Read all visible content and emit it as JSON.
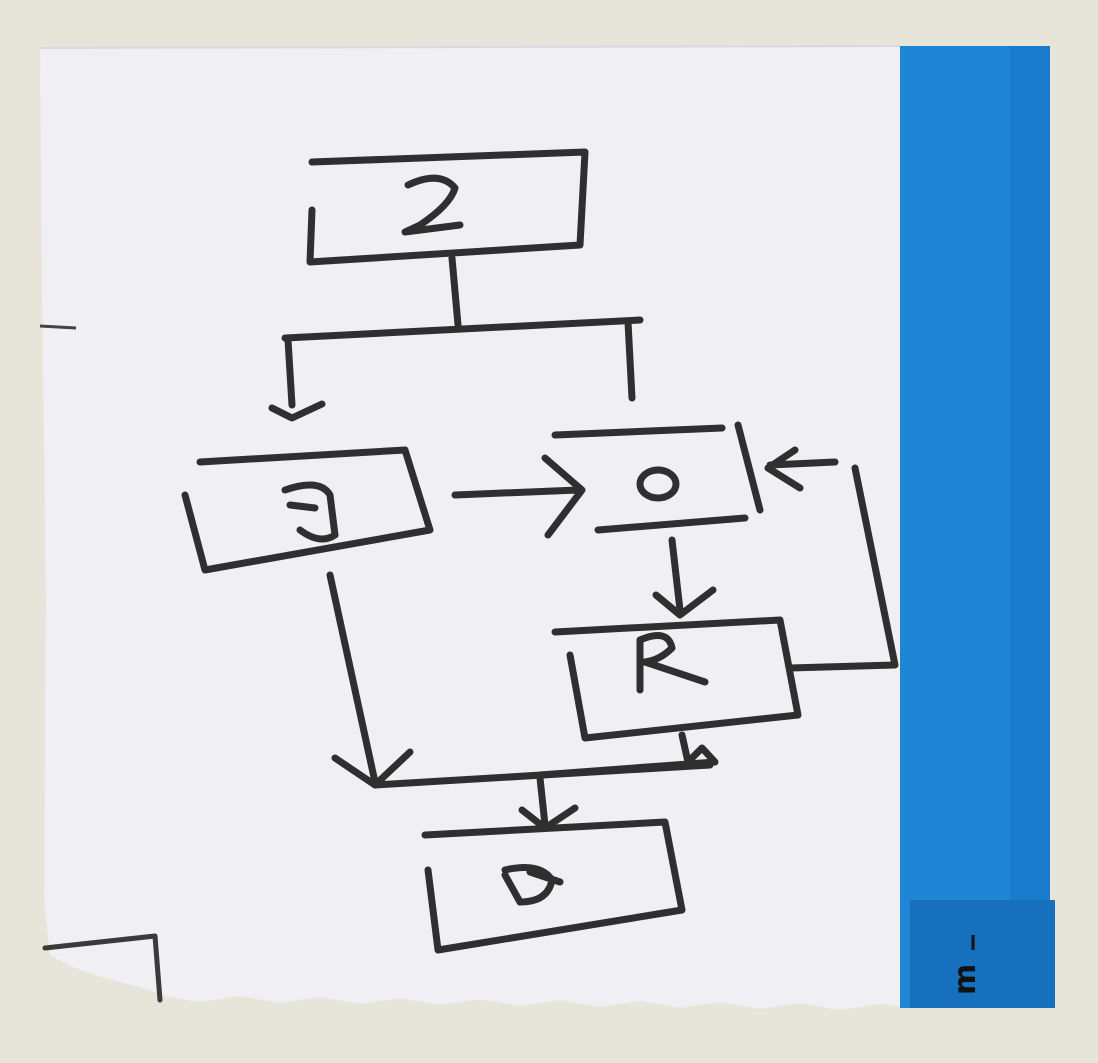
{
  "colors": {
    "background": "#e7e5da",
    "paper": "#efeff4",
    "tape": "#1f86d6",
    "tape_dark": "#1670bd",
    "ink": "#2f2f2f"
  },
  "nodes": [
    {
      "id": "top",
      "label": "2"
    },
    {
      "id": "left",
      "label": "a"
    },
    {
      "id": "center",
      "label": "o"
    },
    {
      "id": "right",
      "label": "R"
    },
    {
      "id": "bottom",
      "label": "d"
    }
  ],
  "edges": [
    {
      "from": "top",
      "to": "left"
    },
    {
      "from": "top",
      "to": "center"
    },
    {
      "from": "left",
      "to": "center"
    },
    {
      "from": "center",
      "to": "right"
    },
    {
      "from": "right",
      "to": "center"
    },
    {
      "from": "left",
      "to": "bottom"
    },
    {
      "from": "right",
      "to": "bottom"
    }
  ],
  "tape_label": "m"
}
